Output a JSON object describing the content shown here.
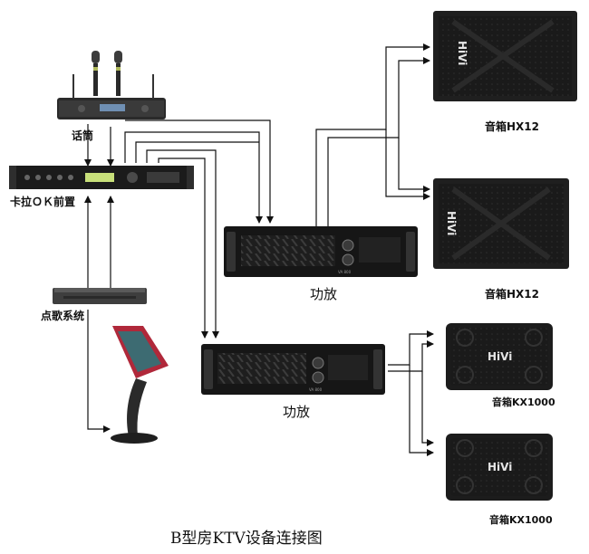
{
  "labels": {
    "mic": "话筒",
    "karaoke": "卡拉ＯＫ前置",
    "song_system": "点歌系统",
    "amp_top": "功放",
    "amp_bottom": "功放",
    "speaker_hx12_top": "音箱HX12",
    "speaker_hx12_bottom": "音箱HX12",
    "speaker_kx1000_top": "音箱KX1000",
    "speaker_kx1000_bottom": "音箱KX1000"
  },
  "brand": {
    "hivi_vertical": "HiVi",
    "hivi": "HiVi",
    "amp_model": "VA 800"
  },
  "title": "B型房KTV设备连接图",
  "colors": {
    "line": "#111111",
    "device_dark": "#1b1b1b",
    "speaker_grille": "#222222",
    "touchscreen_frame": "#b0283a"
  }
}
